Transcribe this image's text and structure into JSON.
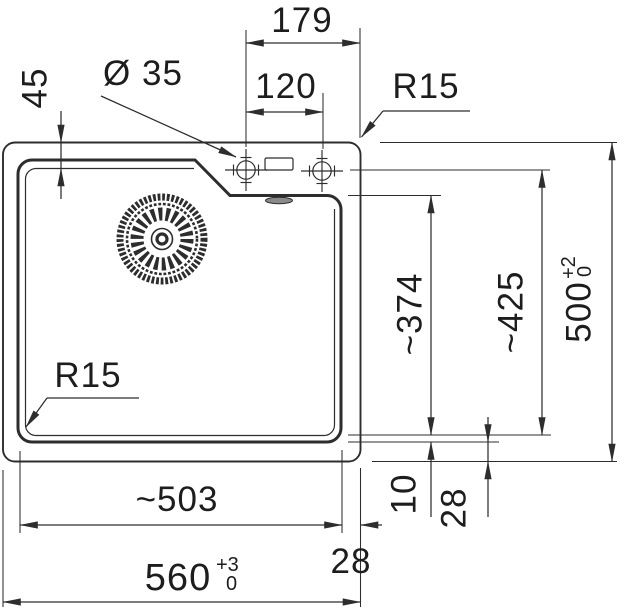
{
  "drawing": {
    "kind": "technical dimension drawing",
    "subject": "sink top view",
    "colors": {
      "line": "#2d2d2d",
      "text": "#1d1d1d",
      "background": "#ffffff"
    }
  },
  "dims": {
    "deck_width": "179",
    "hole_spacing": "120",
    "hole_diameter": "Ø 35",
    "corner_radius_top": "R15",
    "corner_radius_bowl": "R15",
    "rim_to_bowl_top": "45",
    "bowl_inner_length": "~374",
    "holes_to_bowl_bottom": "~425",
    "overall_depth": "500",
    "overall_depth_tol_upper": "+2",
    "overall_depth_tol_lower": "0",
    "bowl_width": "~503",
    "overall_width": "560",
    "overall_width_tol_upper": "+3",
    "overall_width_tol_lower": "0",
    "bowl_edge_width": "10",
    "bowl_to_edge_vertical": "28",
    "bowl_to_edge_horizontal": "28"
  }
}
